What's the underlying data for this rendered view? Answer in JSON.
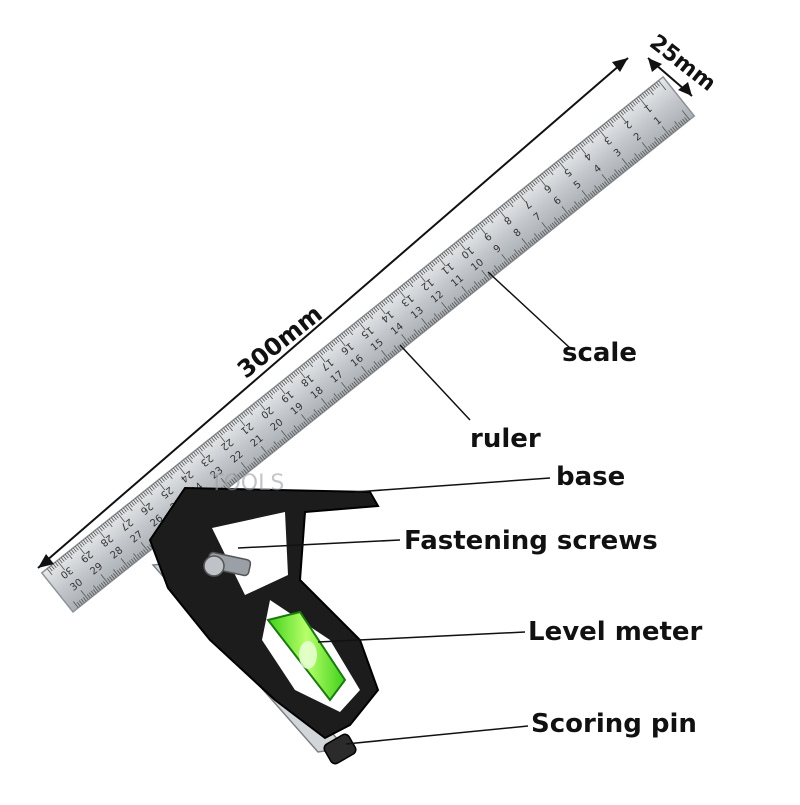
{
  "dimensions": {
    "length": "300mm",
    "width": "25mm"
  },
  "labels": {
    "scale": "scale",
    "ruler": "ruler",
    "base": "base",
    "fastening_screws": "Fastening screws",
    "level_meter": "Level meter",
    "scoring_pin": "Scoring pin"
  },
  "ruler_marks": {
    "top_row": [
      "1",
      "2",
      "3",
      "4",
      "5",
      "6",
      "7",
      "8",
      "9",
      "10",
      "11",
      "12",
      "13",
      "14",
      "15",
      "16",
      "17",
      "18",
      "19",
      "20",
      "21",
      "22",
      "23",
      "24",
      "25",
      "26",
      "27",
      "28",
      "29",
      "30"
    ],
    "bottom_row": [
      "1",
      "2",
      "3",
      "4",
      "5",
      "6",
      "7",
      "8",
      "9",
      "10",
      "11",
      "12",
      "13",
      "14",
      "15",
      "16",
      "17",
      "18",
      "19",
      "20",
      "21",
      "22",
      "23",
      "24",
      "25",
      "26",
      "27",
      "28",
      "29",
      "30"
    ]
  },
  "watermark": "TOOLS",
  "colors": {
    "steel": "#c9cdd1",
    "steel_dark": "#9aa0a6",
    "head_black": "#1c1c1c",
    "level_green": "#7dff3a"
  }
}
